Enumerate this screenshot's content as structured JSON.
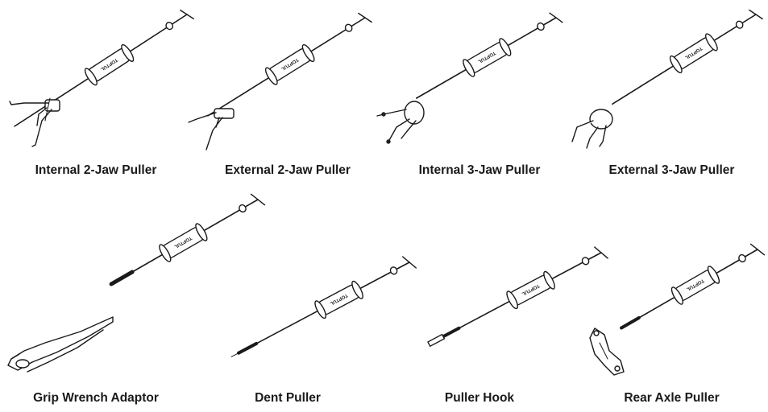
{
  "tools": [
    {
      "id": "internal-2-jaw",
      "label": "Internal 2-Jaw Puller",
      "brand": "TOPTUL"
    },
    {
      "id": "external-2-jaw",
      "label": "External 2-Jaw Puller",
      "brand": "TOPTUL"
    },
    {
      "id": "internal-3-jaw",
      "label": "Internal 3-Jaw Puller",
      "brand": "TOPTUL"
    },
    {
      "id": "external-3-jaw",
      "label": "External 3-Jaw Puller",
      "brand": "TOPTUL"
    },
    {
      "id": "grip-wrench-adaptor",
      "label": "Grip Wrench Adaptor",
      "brand": "TOPTUL"
    },
    {
      "id": "dent-puller",
      "label": "Dent Puller",
      "brand": "TOPTUL"
    },
    {
      "id": "puller-hook",
      "label": "Puller Hook",
      "brand": "TOPTUL"
    },
    {
      "id": "rear-axle-puller",
      "label": "Rear Axle Puller",
      "brand": "TOPTUL"
    }
  ]
}
